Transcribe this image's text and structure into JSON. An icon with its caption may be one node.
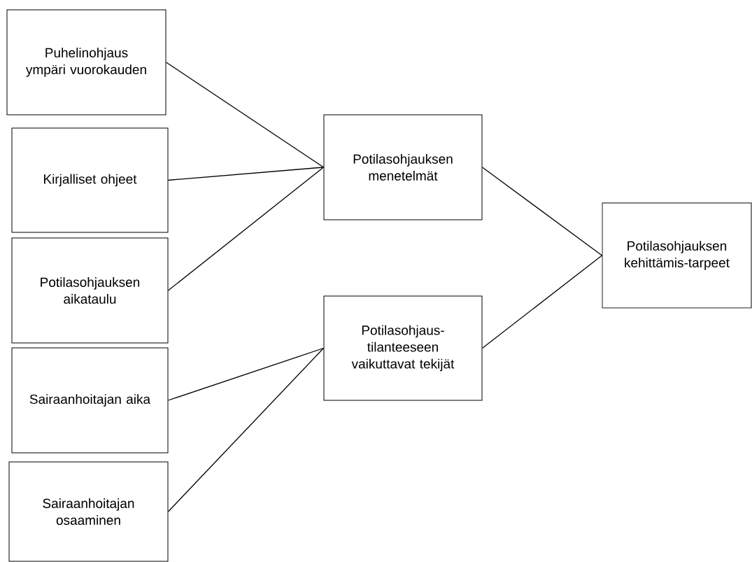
{
  "diagram": {
    "nodes": [
      {
        "text": [
          "Puhelinohjaus ympäri vuorokauden"
        ]
      },
      {
        "text": [
          "Kirjalliset ohjeet"
        ]
      },
      {
        "text": [
          "Potilasohjauksen aikataulu"
        ]
      },
      {
        "text": [
          "Sairaanhoitajan aika"
        ]
      },
      {
        "text": [
          "Sairaanhoitajan osaaminen"
        ]
      },
      {
        "text": [
          "Potilasohjauksen menetelmät"
        ]
      },
      {
        "text": [
          "Potilasohjaus-tilanteeseen vaikuttavat tekijät"
        ]
      },
      {
        "text": [
          "Potilasohjauksen kehittämis-tarpeet"
        ]
      }
    ],
    "edges": [
      {
        "from": 0,
        "to": 5,
        "arrow": "none"
      },
      {
        "from": 1,
        "to": 5,
        "arrow": "none"
      },
      {
        "from": 2,
        "to": 5,
        "arrow": "none"
      },
      {
        "from": 3,
        "to": 6,
        "arrow": "none"
      },
      {
        "from": 4,
        "to": 6,
        "arrow": "none"
      },
      {
        "from": 5,
        "to": 7,
        "arrow": "none"
      },
      {
        "from": 6,
        "to": 7,
        "arrow": "none"
      }
    ]
  }
}
